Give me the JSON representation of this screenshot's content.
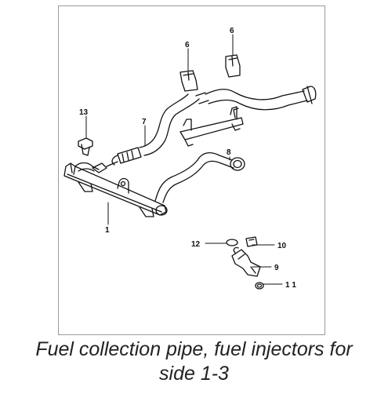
{
  "callouts": {
    "c1": "1",
    "c6a": "6",
    "c6b": "6",
    "c7": "7",
    "c8": "8",
    "c9": "9",
    "c10": "10",
    "c11": "1 1",
    "c12": "12",
    "c13": "13"
  },
  "caption": {
    "line1": "Fuel collection pipe, fuel injectors for",
    "line2": "side 1-3"
  }
}
